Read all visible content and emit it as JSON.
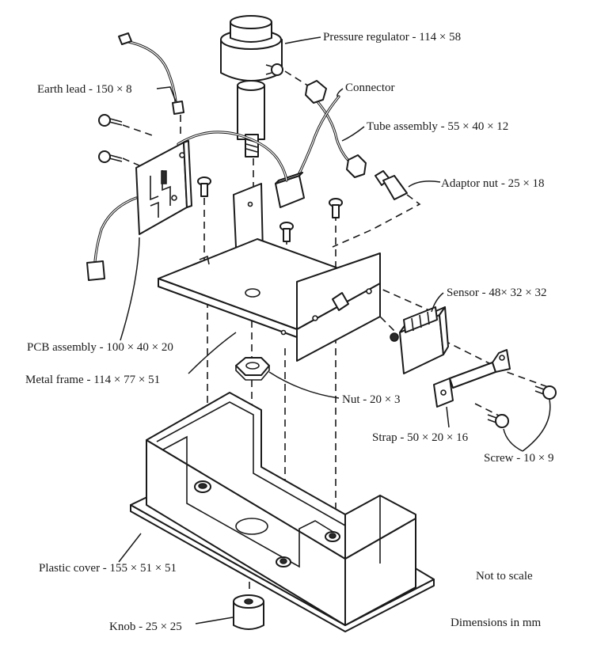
{
  "labels": {
    "pressure_regulator": "Pressure regulator - 114 × 58",
    "earth_lead": "Earth lead - 150 × 8",
    "connector": "Connector",
    "tube_assembly": "Tube assembly - 55 × 40 × 12",
    "adaptor_nut": "Adaptor nut - 25 × 18",
    "sensor": "Sensor - 48× 32 × 32",
    "pcb_assembly": "PCB assembly - 100 × 40 × 20",
    "metal_frame": "Metal frame - 114 × 77 × 51",
    "nut": "Nut - 20 × 3",
    "strap": "Strap - 50 × 20 × 16",
    "screw": "Screw - 10 × 9",
    "plastic_cover": "Plastic cover - 155 × 51 × 51",
    "knob": "Knob - 25 × 25"
  },
  "notes": {
    "not_to_scale": "Not to scale",
    "dimensions": "Dimensions in mm"
  }
}
